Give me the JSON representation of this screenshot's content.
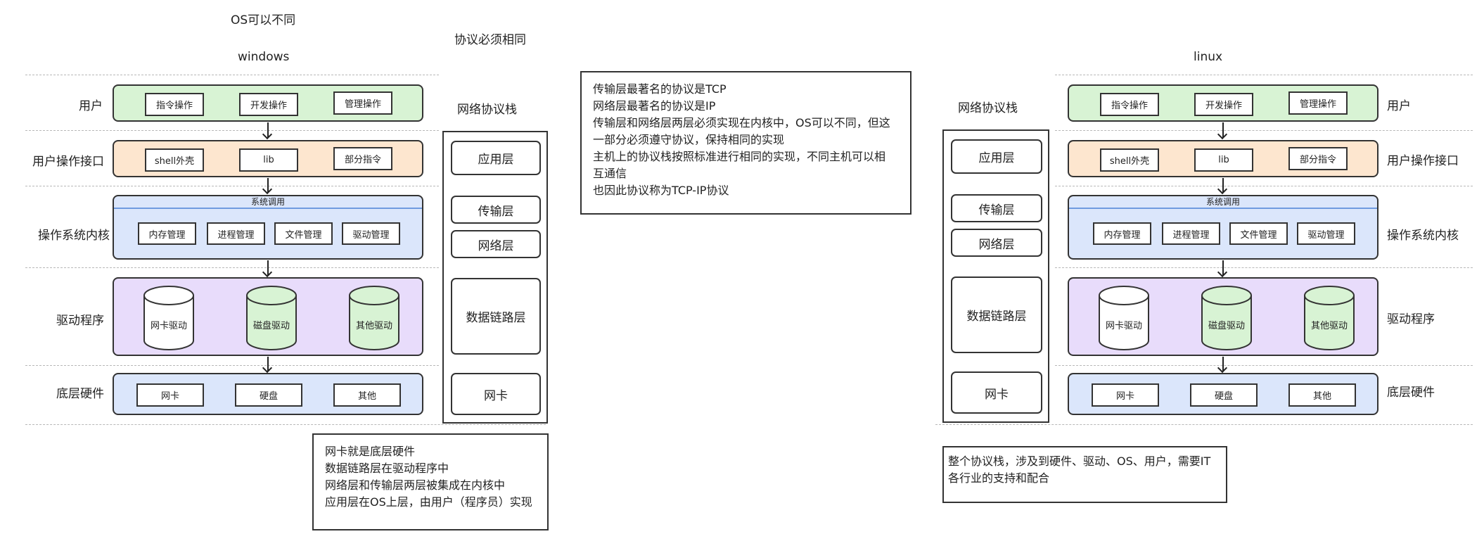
{
  "header": {
    "os_diff_label": "OS可以不同",
    "protocol_same_label": "协议必须相同",
    "left_os_name": "windows",
    "right_os_name": "linux"
  },
  "rows": {
    "user": "用户",
    "user_interface": "用户操作接口",
    "kernel": "操作系统内核",
    "driver": "驱动程序",
    "hardware": "底层硬件"
  },
  "user_boxes": [
    "指令操作",
    "开发操作",
    "管理操作"
  ],
  "interface_boxes": [
    "shell外壳",
    "lib",
    "部分指令"
  ],
  "syscall_label": "系统调用",
  "kernel_boxes": [
    "内存管理",
    "进程管理",
    "文件管理",
    "驱动管理"
  ],
  "driver_cylinders": [
    {
      "label": "网卡驱动",
      "color": "#ffffff"
    },
    {
      "label": "磁盘驱动",
      "color": "#d8f3d4"
    },
    {
      "label": "其他驱动",
      "color": "#d8f3d4"
    }
  ],
  "hardware_boxes": [
    "网卡",
    "硬盘",
    "其他"
  ],
  "protocol_stack": {
    "title": "网络协议栈",
    "layers": [
      "应用层",
      "传输层",
      "网络层",
      "数据链路层",
      "网卡"
    ]
  },
  "notes": {
    "top_center": [
      "传输层最著名的协议是TCP",
      "网络层最著名的协议是IP",
      "传输层和网络层两层必须实现在内核中，OS可以不同，但这",
      "一部分必须遵守协议，保持相同的实现",
      "主机上的协议栈按照标准进行相同的实现，不同主机可以相",
      "互通信",
      "也因此协议称为TCP-IP协议"
    ],
    "bottom_left": [
      "网卡就是底层硬件",
      "数据链路层在驱动程序中",
      "网络层和传输层两层被集成在内核中",
      "应用层在OS上层，由用户（程序员）实现"
    ],
    "bottom_right": [
      "整个协议栈，涉及到硬件、驱动、OS、用户，需要IT",
      "各行业的支持和配合"
    ]
  },
  "colors": {
    "user_band": "#d8f3d4",
    "interface_band": "#fde6cf",
    "kernel_band": "#dbe6fb",
    "driver_band": "#e8dcfb",
    "hardware_band": "#dbe6fb"
  }
}
